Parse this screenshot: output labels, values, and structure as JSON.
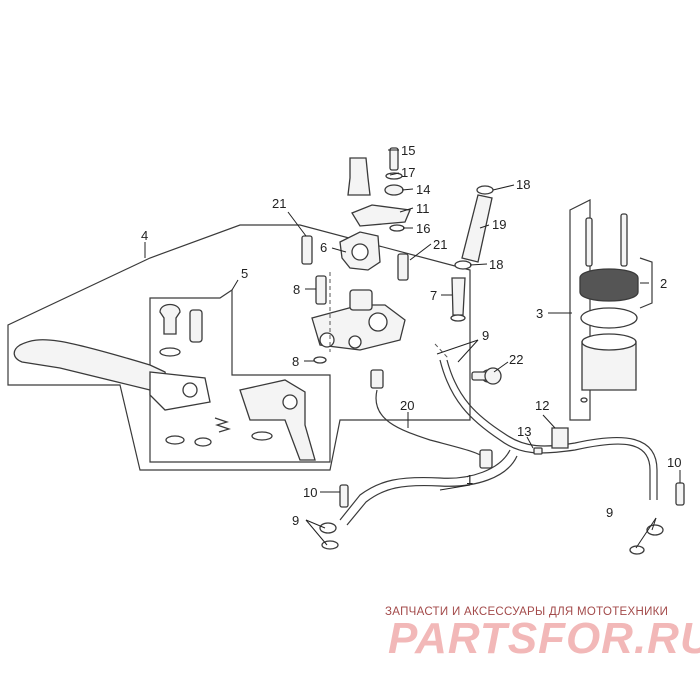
{
  "callouts": [
    "1",
    "2",
    "3",
    "4",
    "5",
    "6",
    "7",
    "8",
    "8",
    "9",
    "9",
    "9",
    "10",
    "10",
    "11",
    "12",
    "13",
    "14",
    "15",
    "16",
    "17",
    "18",
    "18",
    "19",
    "20",
    "21",
    "21",
    "22"
  ],
  "watermark": {
    "tagline": "ЗАПЧАСТИ И АКСЕССУАРЫ ДЛЯ МОТОТЕХНИКИ",
    "logo": "PARTSFOR.RU"
  },
  "colors": {
    "line": "#3a3a3a",
    "watermark": "#f2b8b8"
  }
}
